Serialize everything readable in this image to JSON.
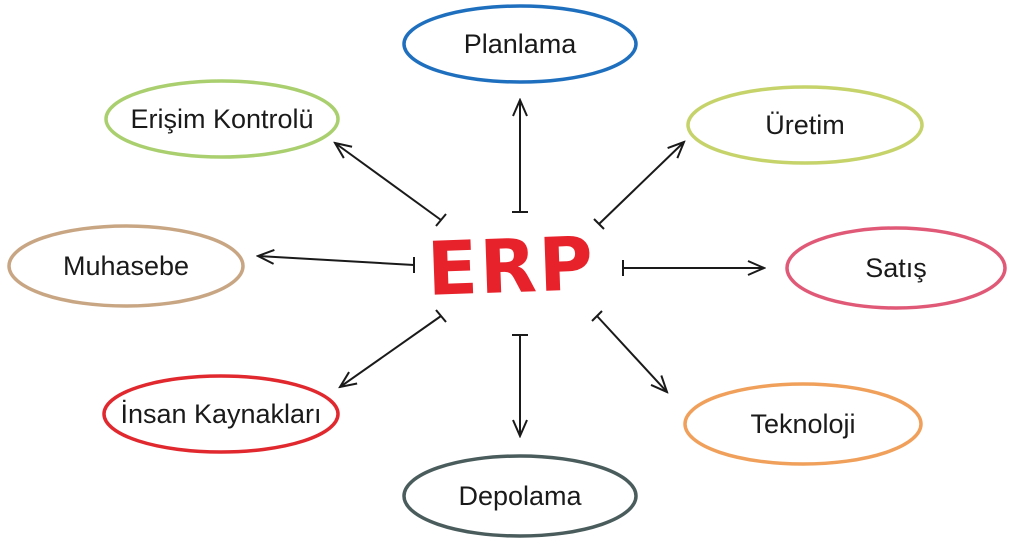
{
  "center": {
    "label": "ERP",
    "color": "#e8222a"
  },
  "nodes": [
    {
      "id": "planlama",
      "label": "Planlama",
      "color": "#1f6fbf"
    },
    {
      "id": "uretim",
      "label": "Üretim",
      "color": "#c5d36a"
    },
    {
      "id": "satis",
      "label": "Satış",
      "color": "#e05a78"
    },
    {
      "id": "teknoloji",
      "label": "Teknoloji",
      "color": "#f0a05a"
    },
    {
      "id": "depolama",
      "label": "Depolama",
      "color": "#4a5c5c"
    },
    {
      "id": "insan-kaynaklari",
      "label": "İnsan Kaynakları",
      "color": "#e0282e"
    },
    {
      "id": "muhasebe",
      "label": "Muhasebe",
      "color": "#c8a684"
    },
    {
      "id": "erisim-kontrolu",
      "label": "Erişim Kontrolü",
      "color": "#a9cf6e"
    }
  ]
}
